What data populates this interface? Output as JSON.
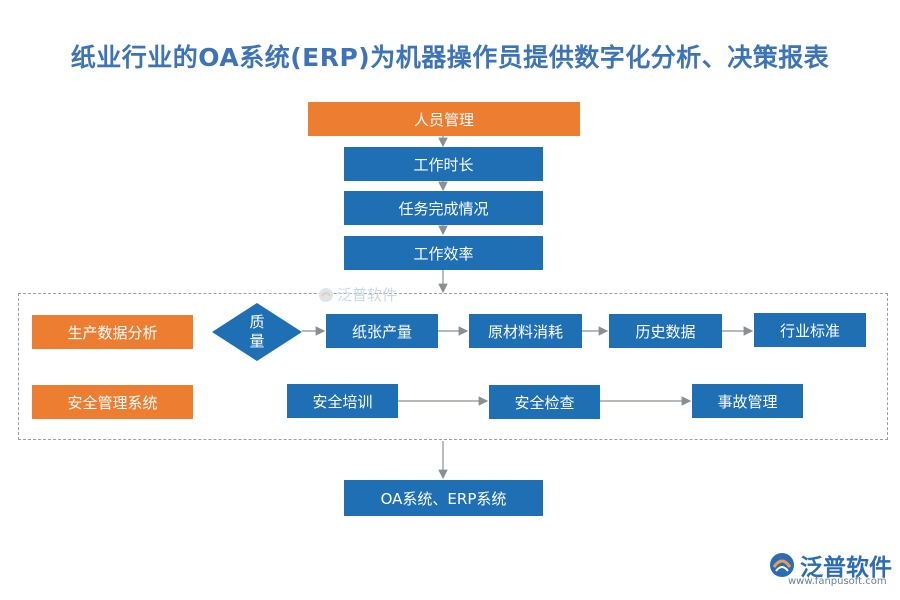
{
  "title": "纸业行业的OA系统(ERP)为机器操作员提供数字化分析、决策报表",
  "top_chain": {
    "personnel": "人员管理",
    "work_hours": "工作时长",
    "task_completion": "任务完成情况",
    "work_efficiency": "工作效率"
  },
  "production": {
    "label": "生产数据分析",
    "quality": "质量",
    "paper_output": "纸张产量",
    "material_use": "原材料消耗",
    "history": "历史数据",
    "industry_std": "行业标准"
  },
  "safety": {
    "label": "安全管理系统",
    "training": "安全培训",
    "inspection": "安全检查",
    "incident": "事故管理"
  },
  "bottom": "OA系统、ERP系统",
  "watermark": "泛普软件",
  "logo": {
    "name": "泛普软件",
    "url": "www.fanpusoft.com"
  },
  "colors": {
    "blue": "#1f6fb5",
    "orange": "#ed7d31",
    "title": "#3d74b8"
  }
}
